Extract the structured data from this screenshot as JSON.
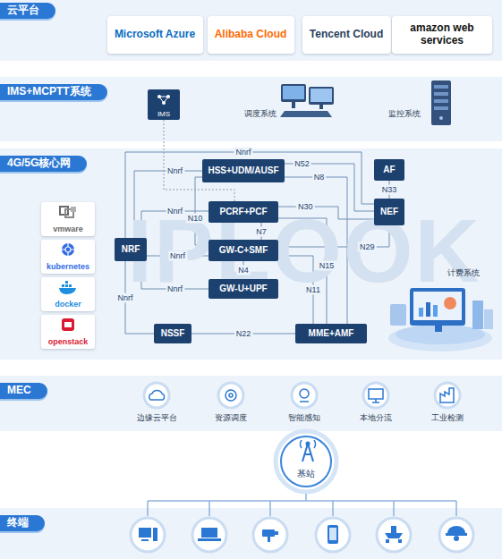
{
  "diagram": {
    "nodes": [
      {
        "text": [
          "云平台"
        ]
      },
      {
        "text": [
          "Microsoft Azure"
        ],
        "in": 0
      },
      {
        "text": [
          "Alibaba Cloud"
        ],
        "in": 0
      },
      {
        "text": [
          "Tencent Cloud"
        ],
        "in": 0
      },
      {
        "text": [
          "amazon web services"
        ],
        "in": 0
      },
      {
        "text": [
          "IMS+MCPTT系统"
        ]
      },
      {
        "text": [
          "IMS"
        ],
        "in": 5
      },
      {
        "text": [
          "4G/5G核心网"
        ]
      },
      {
        "text": [
          "HSS+UDM/AUSF"
        ],
        "in": 7
      },
      {
        "text": [
          "AF"
        ],
        "in": 7
      },
      {
        "text": [
          "PCRF+PCF"
        ],
        "in": 7
      },
      {
        "text": [
          "NEF"
        ],
        "in": 7
      },
      {
        "text": [
          "NRF"
        ],
        "in": 7
      },
      {
        "text": [
          "GW-C+SMF"
        ],
        "in": 7
      },
      {
        "text": [
          "GW-U+UPF"
        ],
        "in": 7
      },
      {
        "text": [
          "NSSF"
        ],
        "in": 7
      },
      {
        "text": [
          "MME+AMF"
        ],
        "in": 7
      },
      {
        "text": [
          "vmware"
        ],
        "in": 7
      },
      {
        "text": [
          "kubernetes"
        ],
        "in": 7
      },
      {
        "text": [
          "docker"
        ],
        "in": 7
      },
      {
        "text": [
          "openstack"
        ],
        "in": 7
      },
      {
        "text": [
          "MEC"
        ]
      },
      {
        "text": [
          "基站"
        ]
      },
      {
        "text": [
          "终端"
        ]
      }
    ],
    "edges": [
      {
        "from": 12,
        "to": 11,
        "label": "Nnrf",
        "arrow": "none"
      },
      {
        "from": 12,
        "to": 8,
        "label": "Nnrf",
        "arrow": "none"
      },
      {
        "from": 12,
        "to": 10,
        "label": "Nnrf",
        "arrow": "none"
      },
      {
        "from": 12,
        "to": 13,
        "label": "Nnrf",
        "arrow": "none"
      },
      {
        "from": 12,
        "to": 14,
        "label": "Nnrf",
        "arrow": "none"
      },
      {
        "from": 12,
        "to": 15,
        "label": "Nnrf",
        "arrow": "none"
      },
      {
        "from": 8,
        "to": 11,
        "label": "N52",
        "arrow": "none"
      },
      {
        "from": 8,
        "to": 16,
        "label": "N8",
        "arrow": "none"
      },
      {
        "from": 8,
        "to": 13,
        "label": "N10",
        "arrow": "none"
      },
      {
        "from": 9,
        "to": 11,
        "label": "N33",
        "arrow": "none"
      },
      {
        "from": 10,
        "to": 13,
        "label": "N7",
        "arrow": "none"
      },
      {
        "from": 13,
        "to": 14,
        "label": "N4",
        "arrow": "none"
      },
      {
        "from": 10,
        "to": 16,
        "label": "N15",
        "arrow": "none"
      },
      {
        "from": 10,
        "to": 11,
        "label": "N30",
        "arrow": "none"
      },
      {
        "from": 11,
        "to": 13,
        "label": "N29",
        "arrow": "none"
      },
      {
        "from": 13,
        "to": 16,
        "label": "N11",
        "arrow": "none"
      },
      {
        "from": 15,
        "to": 16,
        "label": "N22",
        "arrow": "none"
      },
      {
        "from": 6,
        "to": 10,
        "arrow": "none"
      }
    ],
    "labels": [
      "调度系统",
      "监控系统",
      "计费系统",
      "边缘云平台",
      "资源调度",
      "智能感知",
      "本地分流",
      "工业检测",
      "IPLOOK"
    ]
  }
}
